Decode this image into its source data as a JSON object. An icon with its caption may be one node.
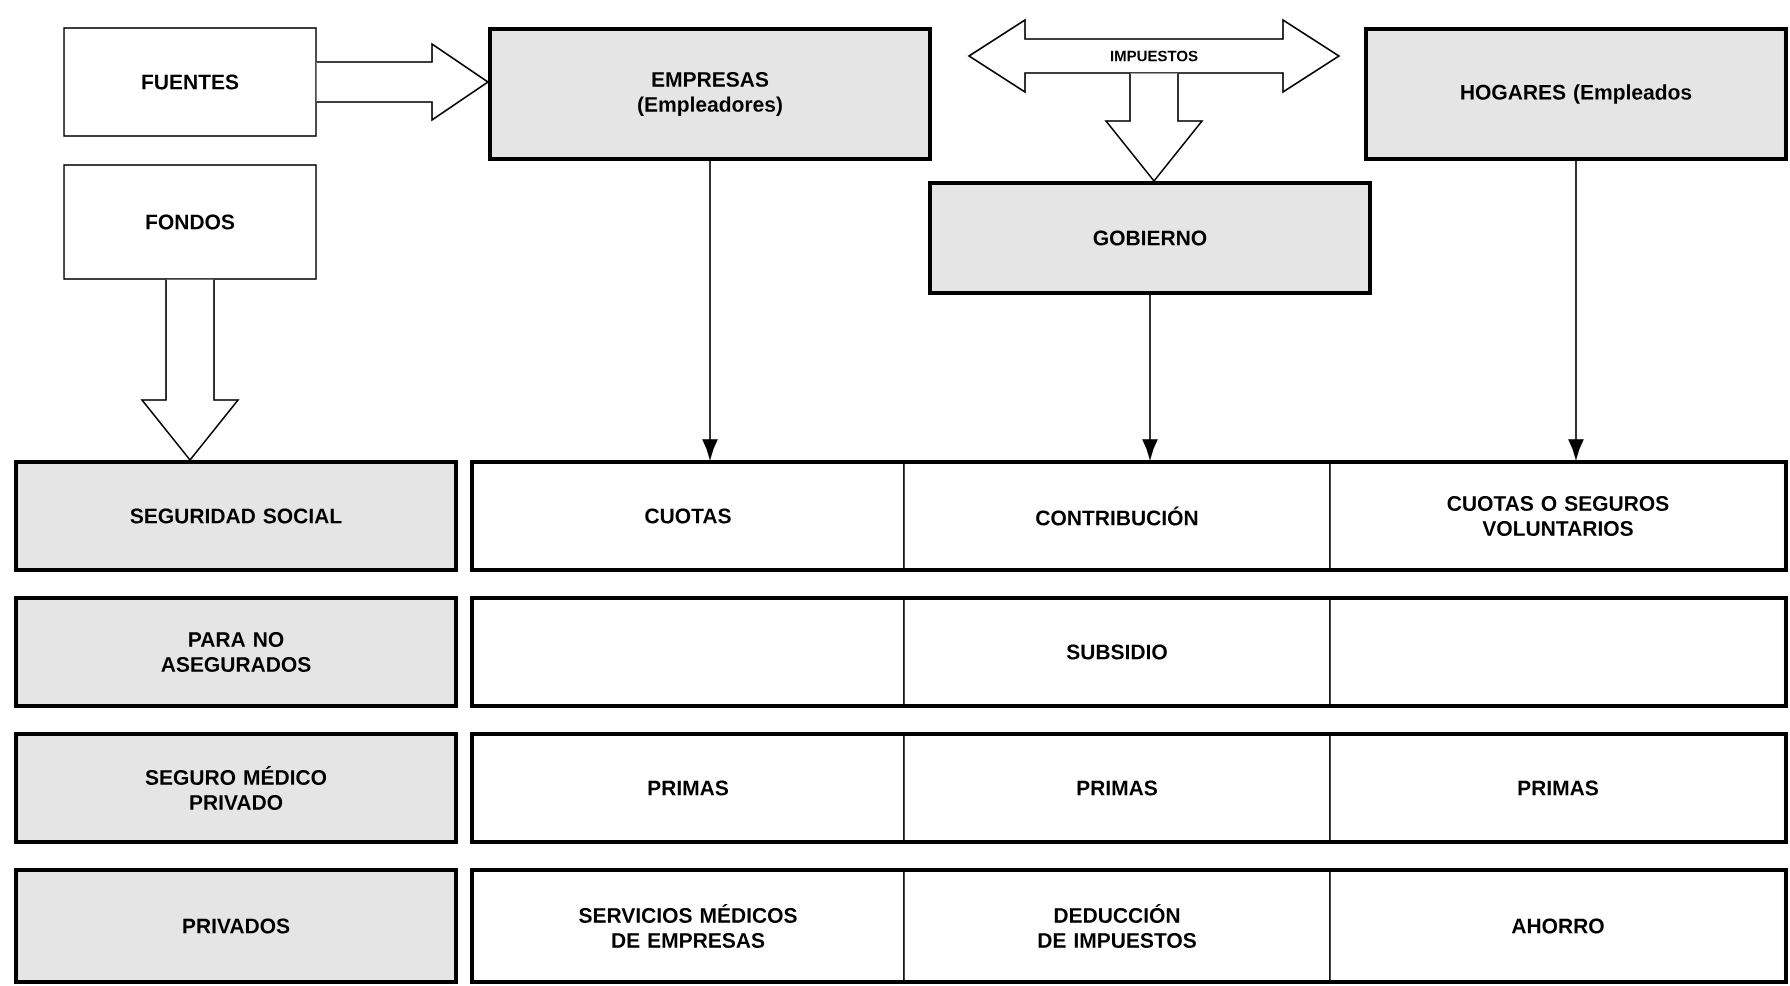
{
  "diagram": {
    "nodes": [
      {
        "text": [
          "FUENTES"
        ]
      },
      {
        "text": [
          "EMPRESAS (Empleadores)"
        ]
      },
      {
        "text": [
          "IMPUESTOS"
        ]
      },
      {
        "text": [
          "HOGARES (Empleados"
        ]
      },
      {
        "text": [
          "FONDOS"
        ]
      },
      {
        "text": [
          "GOBIERNO"
        ]
      },
      {
        "text": [
          "SEGURIDAD SOCIAL"
        ]
      },
      {
        "text": [
          "CUOTAS"
        ]
      },
      {
        "text": [
          "CONTRIBUCIÓN"
        ]
      },
      {
        "text": [
          "CUOTAS O SEGUROS VOLUNTARIOS"
        ]
      },
      {
        "text": [
          "PARA NO ASEGURADOS"
        ]
      },
      {
        "text": [],
        "shape": "box"
      },
      {
        "text": [
          "SUBSIDIO"
        ]
      },
      {
        "text": [],
        "shape": "box"
      },
      {
        "text": [
          "SEGURO MÉDICO PRIVADO"
        ]
      },
      {
        "text": [
          "PRIMAS"
        ]
      },
      {
        "text": [
          "PRIMAS"
        ]
      },
      {
        "text": [
          "PRIMAS"
        ]
      },
      {
        "text": [
          "PRIVADOS"
        ]
      },
      {
        "text": [
          "SERVICIOS MÉDICOS DE EMPRESAS"
        ]
      },
      {
        "text": [
          "DEDUCCIÓN DE IMPUESTOS"
        ]
      },
      {
        "text": [
          "AHORRO"
        ]
      }
    ],
    "edges": [
      {
        "from": 0,
        "to": 1,
        "arrow": "to",
        "style": "thick"
      },
      {
        "from": 2,
        "to": 5,
        "arrow": "to",
        "style": "thick"
      },
      {
        "from": 4,
        "to": 6,
        "arrow": "to",
        "style": "thick"
      },
      {
        "from": 1,
        "to": 7,
        "arrow": "to"
      },
      {
        "from": 5,
        "to": 8,
        "arrow": "to"
      },
      {
        "from": 3,
        "to": 9,
        "arrow": "to"
      }
    ]
  }
}
